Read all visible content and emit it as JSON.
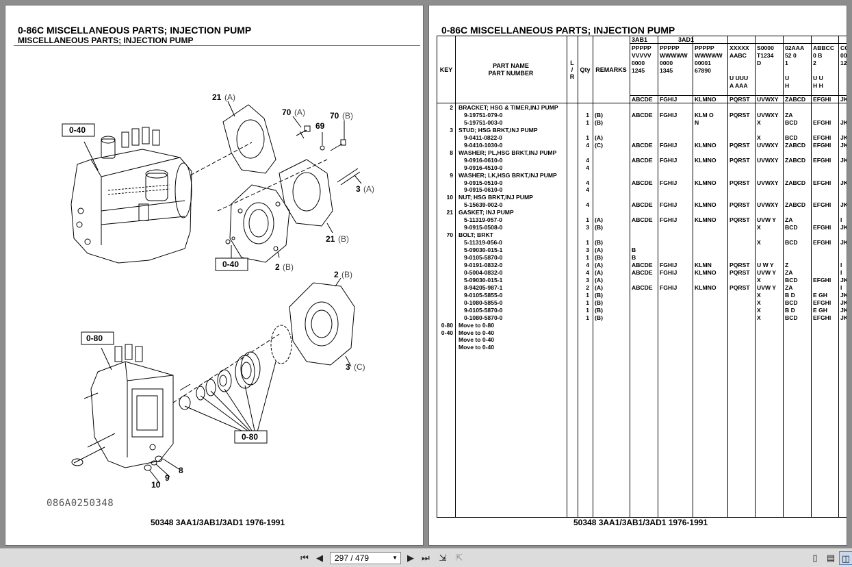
{
  "left_page": {
    "title": "0-86C  MISCELLANEOUS PARTS; INJECTION PUMP",
    "subtitle": "MISCELLANEOUS PARTS; INJECTION PUMP",
    "drawing_number": "086A0250348",
    "footer": "50348 3AA1/3AB1/3AD1 1976-1991",
    "callouts": {
      "c21a": "21",
      "c21a_s": "(A)",
      "c70a": "70",
      "c70a_s": "(A)",
      "c70b": "70",
      "c70b_s": "(B)",
      "c69": "69",
      "c3a": "3",
      "c3a_s": "(A)",
      "c21b": "21",
      "c21b_s": "(B)",
      "c2b1": "2",
      "c2b1_s": "(B)",
      "c2b2": "2",
      "c2b2_s": "(B)",
      "c3c": "3",
      "c3c_s": "(C)",
      "c8": "8",
      "c9": "9",
      "c10": "10"
    },
    "ref_boxes": {
      "b1": "0-40",
      "b2": "0-40",
      "b3": "0-80",
      "b4": "0-80"
    }
  },
  "right_page": {
    "title": "0-86C  MISCELLANEOUS PARTS; INJECTION PUMP",
    "footer": "50348 3AA1/3AB1/3AD1 1976-1991",
    "headers": {
      "key": "KEY",
      "part_name": "PART NAME",
      "part_number": "PART NUMBER",
      "lr": [
        "L",
        "/",
        "R"
      ],
      "qty": "Qty",
      "remarks": "REMARKS",
      "group1": "3AB1",
      "group2": "3AD1",
      "model_cols": [
        [
          "PPPPP",
          "VVVVV",
          "0000",
          "1245"
        ],
        [
          "PPPPP",
          "WWWWW",
          "0000",
          "1345"
        ],
        [
          "PPPPP",
          "WWWWW",
          "00001",
          "67890"
        ],
        [
          "XXXXX",
          "AABC",
          "",
          "",
          "U UUU",
          "A AAA"
        ],
        [
          "S0000",
          "T1234",
          "D"
        ],
        [
          "02AAA",
          "52  0",
          "1",
          "",
          "U",
          "H"
        ],
        [
          "ABBCC",
          "0 B",
          "2",
          "",
          "U  U",
          "H  H"
        ],
        [
          "CC",
          "00",
          "12"
        ]
      ],
      "letter_row": [
        "ABCDE",
        "FGHIJ",
        "KLMNO",
        "PQRST",
        "UVWXY",
        "ZABCD",
        "EFGHI",
        "JK"
      ]
    },
    "rows": [
      {
        "key": "2",
        "name": "BRACKET; HSG & TIMER,INJ PUMP"
      },
      {
        "num": "9-19751-079-0",
        "qty": "1",
        "rem": "(B)",
        "cols": [
          "ABCDE",
          "FGHIJ",
          "KLM O",
          "PQRST",
          "UVWXY",
          "ZA",
          "",
          ""
        ]
      },
      {
        "num": "5-19751-003-0",
        "qty": "1",
        "rem": "(B)",
        "cols": [
          "",
          "",
          "  N",
          "",
          "X",
          "BCD",
          "EFGHI",
          "JK"
        ]
      },
      {
        "key": "3",
        "name": "STUD; HSG BRKT,INJ PUMP"
      },
      {
        "num": "9-0411-0822-0",
        "qty": "1",
        "rem": "(A)",
        "cols": [
          "",
          "",
          "",
          "",
          "X",
          "BCD",
          "EFGHI",
          "JK"
        ]
      },
      {
        "num": "9-0410-1030-0",
        "qty": "4",
        "rem": "(C)",
        "cols": [
          "ABCDE",
          "FGHIJ",
          "KLMNO",
          "PQRST",
          "UVWXY",
          "ZABCD",
          "EFGHI",
          "JK"
        ]
      },
      {
        "key": "8",
        "name": "WASHER; PL,HSG BRKT,INJ PUMP"
      },
      {
        "num": "9-0916-0610-0",
        "qty": "4",
        "rem": "",
        "cols": [
          "ABCDE",
          "FGHIJ",
          "KLMNO",
          "PQRST",
          "UVWXY",
          "ZABCD",
          "EFGHI",
          "JK"
        ]
      },
      {
        "num": "9-0916-4510-0",
        "qty": "4",
        "rem": "",
        "cols": [
          "",
          "",
          "",
          "",
          "",
          "",
          "",
          ""
        ]
      },
      {
        "key": "9",
        "name": "WASHER; LK,HSG BRKT,INJ PUMP"
      },
      {
        "num": "9-0915-0510-0",
        "qty": "4",
        "rem": "",
        "cols": [
          "ABCDE",
          "FGHIJ",
          "KLMNO",
          "PQRST",
          "UVWXY",
          "ZABCD",
          "EFGHI",
          "JK"
        ]
      },
      {
        "num": "9-0915-0610-0",
        "qty": "4",
        "rem": "",
        "cols": [
          "",
          "",
          "",
          "",
          "",
          "",
          "",
          ""
        ]
      },
      {
        "key": "10",
        "name": "NUT; HSG BRKT,INJ PUMP"
      },
      {
        "num": "5-15639-002-0",
        "qty": "4",
        "rem": "",
        "cols": [
          "ABCDE",
          "FGHIJ",
          "KLMNO",
          "PQRST",
          "UVWXY",
          "ZABCD",
          "EFGHI",
          "JK"
        ]
      },
      {
        "key": "21",
        "name": "GASKET; INJ PUMP"
      },
      {
        "num": "5-11319-057-0",
        "qty": "1",
        "rem": "(A)",
        "cols": [
          "ABCDE",
          "FGHIJ",
          "KLMNO",
          "PQRST",
          "UVW Y",
          "ZA",
          "",
          "I"
        ]
      },
      {
        "num": "9-0915-0508-0",
        "qty": "3",
        "rem": "(B)",
        "cols": [
          "",
          "",
          "",
          "",
          "X",
          "BCD",
          "EFGHI",
          "JK"
        ]
      },
      {
        "key": "70",
        "name": "BOLT; BRKT"
      },
      {
        "num": "5-11319-056-0",
        "qty": "1",
        "rem": "(B)",
        "cols": [
          "",
          "",
          "",
          "",
          "X",
          "BCD",
          "EFGHI",
          "JK"
        ]
      },
      {
        "num": "5-09030-015-1",
        "qty": "3",
        "rem": "(A)",
        "cols": [
          "B",
          "",
          "",
          "",
          "",
          "",
          "",
          ""
        ]
      },
      {
        "num": "9-0105-5870-0",
        "qty": "1",
        "rem": "(B)",
        "cols": [
          "B",
          "",
          "",
          "",
          "",
          "",
          "",
          ""
        ]
      },
      {
        "num": "9-0191-0832-0",
        "qty": "4",
        "rem": "(A)",
        "cols": [
          "ABCDE",
          "FGHIJ",
          "KLMN",
          "PQRST",
          "U W Y",
          "Z",
          "",
          "I"
        ]
      },
      {
        "num": "0-5004-0832-0",
        "qty": "4",
        "rem": "(A)",
        "cols": [
          "ABCDE",
          "FGHIJ",
          "KLMNO",
          "PQRST",
          "UVW Y",
          "ZA",
          "",
          "I"
        ]
      },
      {
        "num": "5-09030-015-1",
        "qty": "3",
        "rem": "(A)",
        "cols": [
          "",
          "",
          "",
          "",
          "X",
          "BCD",
          "EFGHI",
          "JK"
        ]
      },
      {
        "num": "8-94205-987-1",
        "qty": "2",
        "rem": "(A)",
        "cols": [
          "ABCDE",
          "FGHIJ",
          "KLMNO",
          "PQRST",
          "UVW Y",
          "ZA",
          "",
          "I"
        ]
      },
      {
        "num": "9-0105-5855-0",
        "qty": "1",
        "rem": "(B)",
        "cols": [
          "",
          "",
          "",
          "",
          "X",
          "B D",
          "E GH",
          "JK"
        ]
      },
      {
        "num": "0-1080-5855-0",
        "qty": "1",
        "rem": "(B)",
        "cols": [
          "",
          "",
          "",
          "",
          "X",
          "BCD",
          "EFGHI",
          "JK"
        ]
      },
      {
        "num": "9-0105-5870-0",
        "qty": "1",
        "rem": "(B)",
        "cols": [
          "",
          "",
          "",
          "",
          "X",
          "B D",
          "E GH",
          "JK"
        ]
      },
      {
        "num": "0-1080-5870-0",
        "qty": "1",
        "rem": "(B)",
        "cols": [
          "",
          "",
          "",
          "",
          "X",
          "BCD",
          "EFGHI",
          "JK"
        ]
      },
      {
        "key": "0-80",
        "name": "Move to 0-80"
      },
      {
        "key": "0-40",
        "name": "Move to 0-40"
      },
      {
        "name": "Move to 0-40"
      },
      {
        "name": "Move to 0-40"
      }
    ]
  },
  "toolbar": {
    "page_indicator": "297 / 479",
    "icons": [
      "first-page-icon",
      "prev-page-icon",
      "next-page-icon",
      "last-page-icon",
      "fit-page-icon",
      "fit-width-icon",
      "single-page-icon",
      "continuous-page-icon",
      "two-page-icon"
    ]
  }
}
